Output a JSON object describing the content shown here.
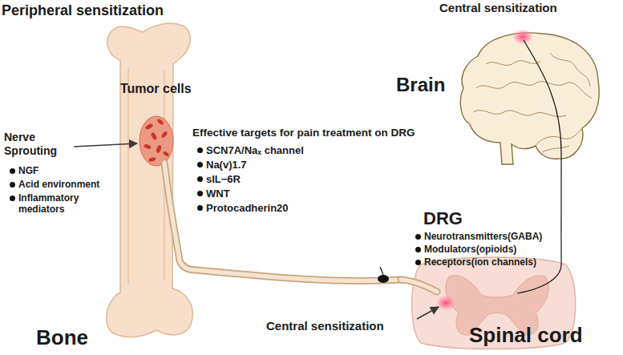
{
  "diagram": {
    "nodes": [
      {
        "text": [
          "Bone"
        ]
      },
      {
        "text": [
          "Brain"
        ]
      },
      {
        "text": [
          "Spinal cord"
        ]
      }
    ],
    "edges": [
      {
        "from": 0,
        "to": 2,
        "arrow": "none"
      },
      {
        "from": 2,
        "to": 1,
        "arrow": "none"
      }
    ],
    "labels": [
      "Peripheral sensitization",
      "Central sensitization",
      "Tumor cells",
      "Nerve Sprouting",
      "NGF",
      "Acid environment",
      "Inflammatory mediators",
      "Effective targets for pain treatment on DRG",
      "SCN7A/Naₓ channel",
      "Na(v)1.7",
      "sIL−6R",
      "WNT",
      "Protocadherin20",
      "DRG",
      "Neurotransmitters(GABA)",
      "Modulators(opioids)",
      "Receptors(ion channels)",
      "Central sensitization"
    ]
  }
}
